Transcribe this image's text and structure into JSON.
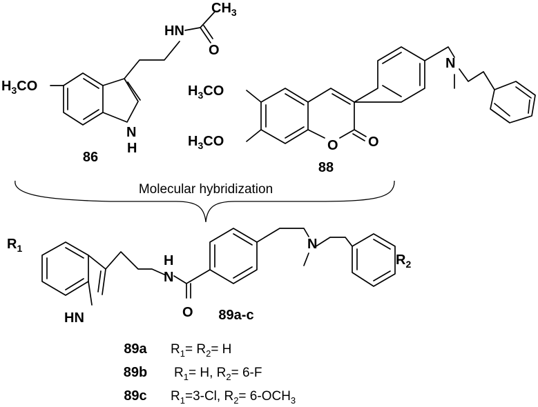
{
  "compound_86": {
    "id": "86",
    "nh_acetyl": "HN",
    "carbonyl_o": "O",
    "ch3": "CH",
    "ch3_sub": "3",
    "methoxy_h": "H",
    "methoxy_sub": "3",
    "methoxy_co": "CO",
    "ring_n": "N",
    "ring_h": "H"
  },
  "compound_88": {
    "id": "88",
    "amine_n": "N",
    "methoxy1_h": "H",
    "methoxy1_sub": "3",
    "methoxy1_co": "CO",
    "methoxy2_h": "H",
    "methoxy2_sub": "3",
    "methoxy2_co": "CO",
    "ring_o": "O",
    "carbonyl_o": "O"
  },
  "process_label": "Molecular hybridization",
  "compound_89": {
    "id": "89a-c",
    "r1": "R",
    "r1_sub": "1",
    "r2": "R",
    "r2_sub": "2",
    "indole_hn": "HN",
    "amide_n": "N",
    "amide_h": "H",
    "amide_o": "O",
    "amine_n": "N"
  },
  "substituent_table": [
    {
      "id": "89a",
      "p1": "R",
      "s1": "1",
      "t1": "=  R",
      "s2": "2",
      "t2": "= H"
    },
    {
      "id": "89b",
      "p1": "R",
      "s1": "1",
      "t1": "=  H, R",
      "s2": "2",
      "t2": "= 6-F"
    },
    {
      "id": "89c",
      "p1": "R",
      "s1": "1",
      "t1": "=3-Cl,   R",
      "s2": "2",
      "t2": "= 6-OCH",
      "s3": "3"
    }
  ]
}
